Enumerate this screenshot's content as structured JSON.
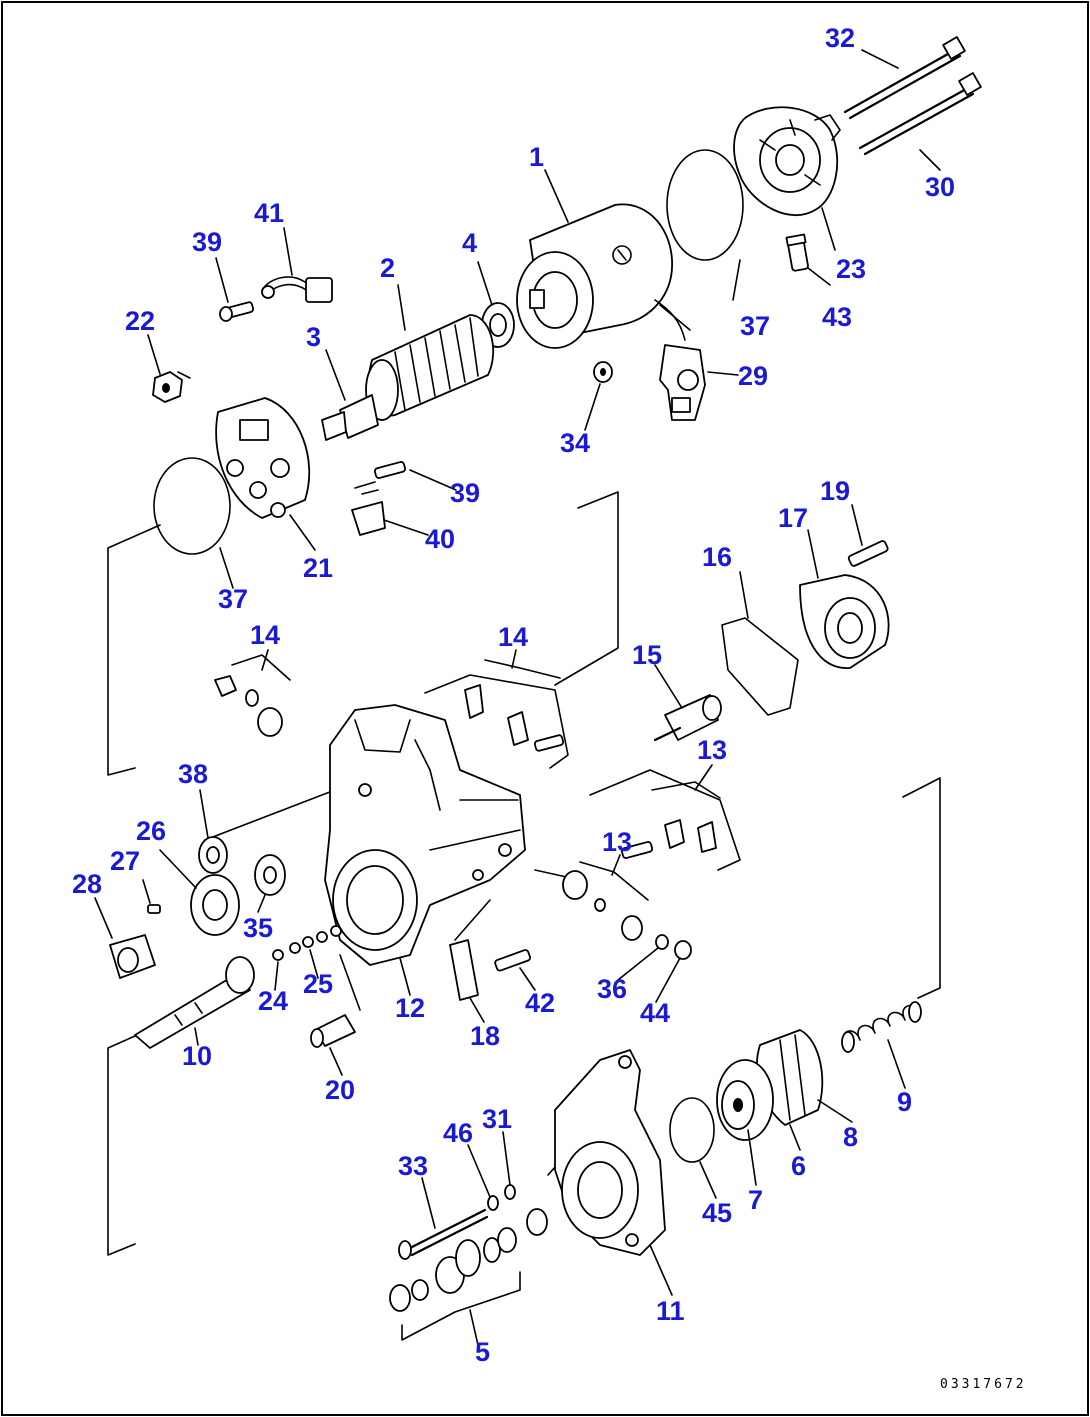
{
  "callouts": {
    "c1": "1",
    "c2": "2",
    "c3": "3",
    "c4": "4",
    "c5": "5",
    "c6": "6",
    "c7": "7",
    "c8": "8",
    "c9": "9",
    "c10": "10",
    "c11": "11",
    "c12": "12",
    "c13a": "13",
    "c13b": "13",
    "c14a": "14",
    "c14b": "14",
    "c15": "15",
    "c16": "16",
    "c17": "17",
    "c18": "18",
    "c19": "19",
    "c20": "20",
    "c21": "21",
    "c22": "22",
    "c23": "23",
    "c24": "24",
    "c25": "25",
    "c26": "26",
    "c27": "27",
    "c28": "28",
    "c29": "29",
    "c30": "30",
    "c31": "31",
    "c32": "32",
    "c33": "33",
    "c34": "34",
    "c35": "35",
    "c36": "36",
    "c37a": "37",
    "c37b": "37",
    "c38": "38",
    "c39a": "39",
    "c39b": "39",
    "c40": "40",
    "c41": "41",
    "c42": "42",
    "c43": "43",
    "c44": "44",
    "c45": "45",
    "c46": "46"
  },
  "document_id": "03317672",
  "colors": {
    "callout": "#1a1ad4",
    "line": "#000000",
    "background": "#ffffff"
  }
}
